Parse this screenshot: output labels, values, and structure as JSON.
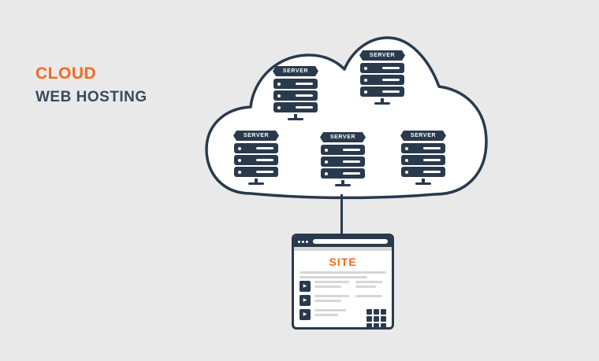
{
  "background_color": "#e9e9e9",
  "colors": {
    "accent_orange": "#f26a21",
    "navy": "#2a3a4d",
    "placeholder_gray": "#d6d6d6",
    "white": "#ffffff"
  },
  "title": {
    "line1": "CLOUD",
    "line2": "WEB HOSTING"
  },
  "cloud": {
    "servers": [
      {
        "label": "SERVER"
      },
      {
        "label": "SERVER"
      },
      {
        "label": "SERVER"
      },
      {
        "label": "SERVER"
      },
      {
        "label": "SERVER"
      }
    ]
  },
  "browser": {
    "site_label": "SITE"
  },
  "icons": {
    "play": "▶"
  }
}
